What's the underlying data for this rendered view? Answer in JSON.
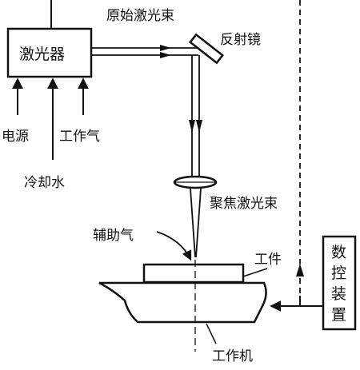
{
  "labels": {
    "laser": "激光器",
    "raw_beam": "原始激光束",
    "mirror": "反射镜",
    "power": "电源",
    "work_gas": "工作气",
    "cooling_water": "冷却水",
    "focused_beam": "聚焦激光束",
    "assist_gas": "辅助气",
    "workpiece": "工件",
    "machine": "工作机",
    "nc": [
      "数",
      "控",
      "装",
      "置"
    ]
  },
  "colors": {
    "ink": "#111111",
    "background": "#ffffff"
  }
}
